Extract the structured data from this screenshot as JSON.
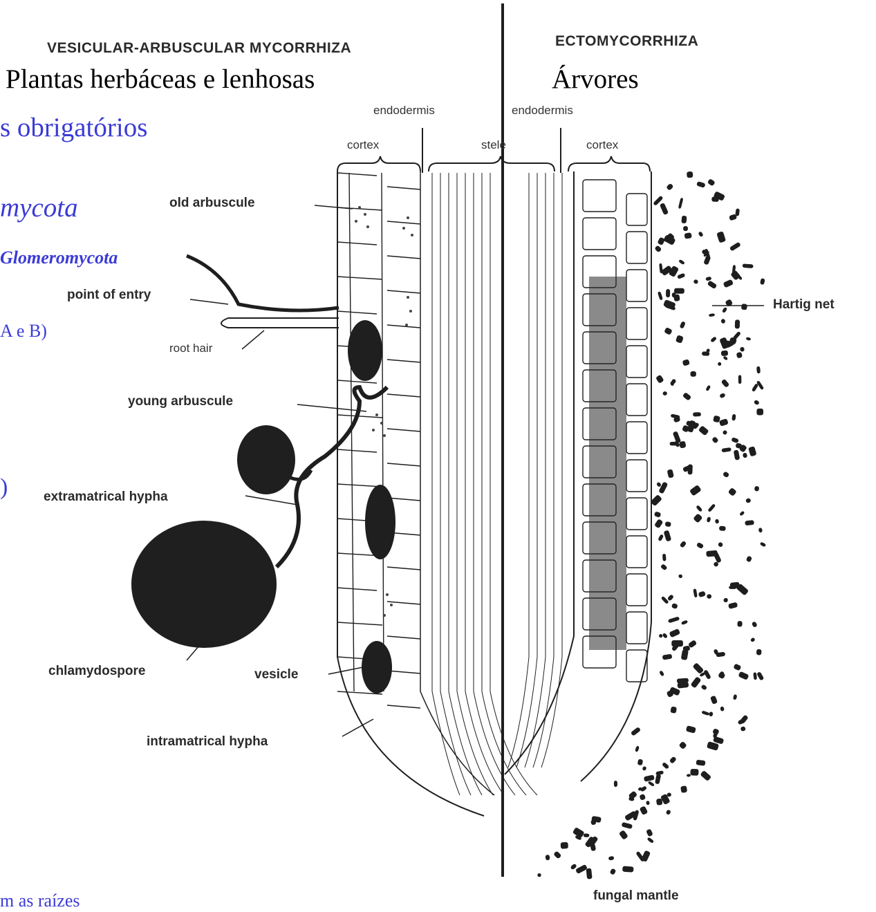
{
  "headings": {
    "left": "VESICULAR-ARBUSCULAR MYCORRHIZA",
    "right": "ECTOMYCORRHIZA"
  },
  "overlay_pt": {
    "left_hosts": "Plantas herbáceas e lenhosas",
    "right_hosts": "Árvores"
  },
  "overlay_blue": {
    "line1": "s obrigatórios",
    "line2": "mycota",
    "line3": "Glomeromycota",
    "line4": "A e B)",
    "line5": ")",
    "line6": "m as raízes"
  },
  "tissue_labels": {
    "endodermis_left": "endodermis",
    "endodermis_right": "endodermis",
    "cortex_left": "cortex",
    "stele": "stele",
    "cortex_right": "cortex"
  },
  "callouts": {
    "old_arbuscule": "old arbuscule",
    "point_of_entry": "point of entry",
    "root_hair": "root hair",
    "young_arbuscule": "young arbuscule",
    "extramatrical_hypha": "extramatrical hypha",
    "chlamydospore": "chlamydospore",
    "vesicle": "vesicle",
    "intramatrical_hypha": "intramatrical hypha",
    "hartig_net": "Hartig net",
    "fungal_mantle": "fungal mantle"
  },
  "colors": {
    "ink": "#1e1e1e",
    "blue_text": "#3b3bd6",
    "background": "#ffffff"
  }
}
